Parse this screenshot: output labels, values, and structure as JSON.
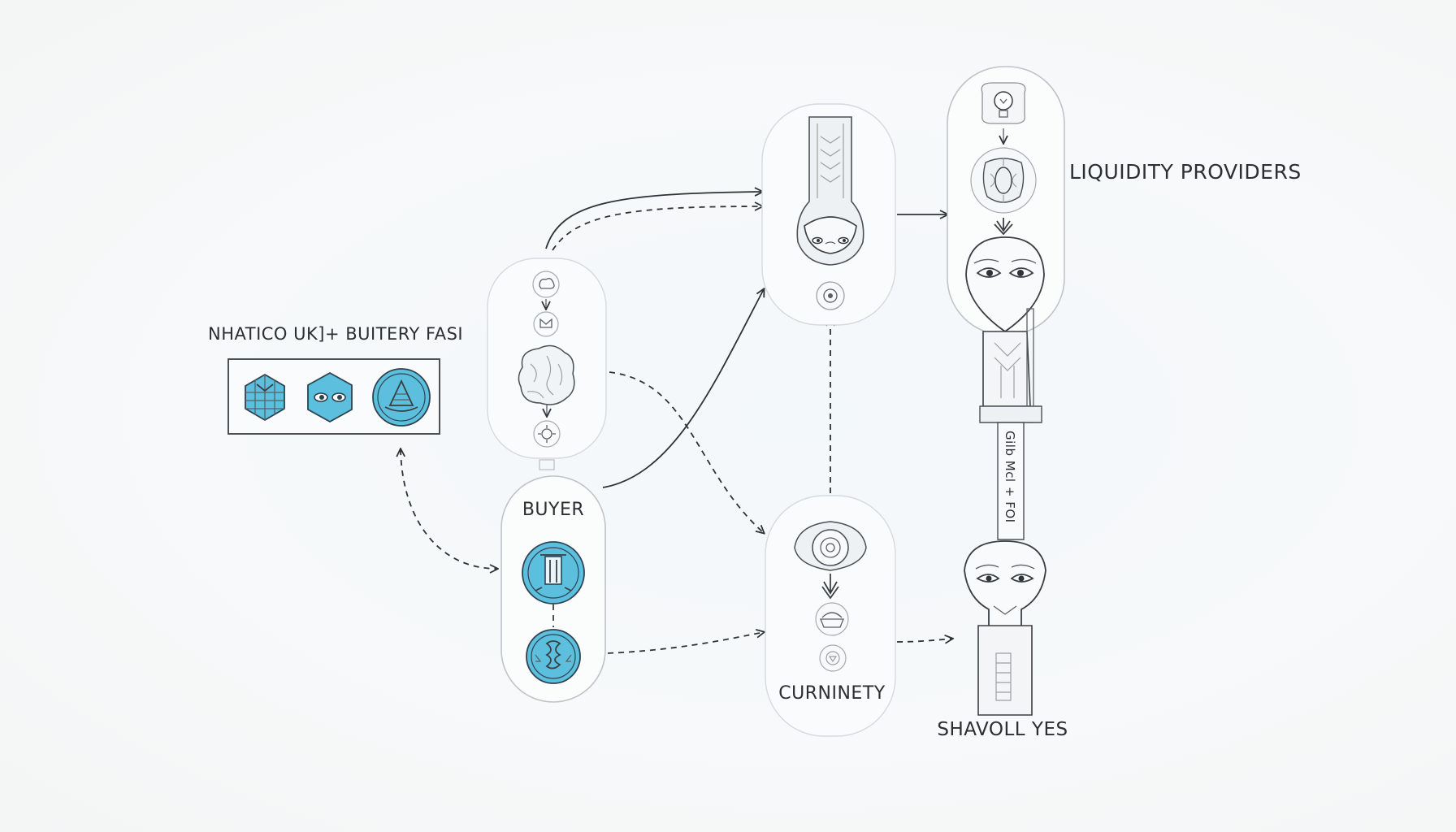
{
  "labels": {
    "top_left": "NHATICO UK]+ BUITERY FASI",
    "liquidity": "LIQUIDITY PROVIDERS",
    "buyer": "BUYER",
    "curninety": "CURNINETY",
    "shavoll": "SHAVOLL YES",
    "vertical_text": "Gilb Mcl + FOI"
  },
  "icons": {
    "legend_box": [
      "building-icon",
      "eyes-hexagon-icon",
      "sailboat-circle-icon"
    ],
    "buyer_node": [
      "door-circle-icon",
      "cargo-circle-icon"
    ]
  },
  "colors": {
    "accent_blue": "#5bbfdd",
    "ink": "#2e3338",
    "pill_stroke": "#bfc4c8"
  }
}
